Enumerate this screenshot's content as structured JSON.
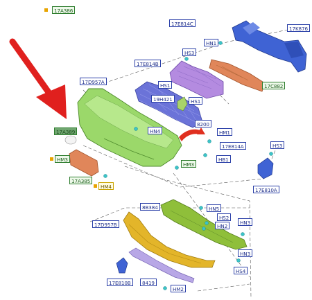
{
  "labels": {
    "l17A386": "17A386",
    "l17E814C": "17E814C",
    "lHN1": "HN1",
    "l17K876": "17K876",
    "lHS3a": "HS3",
    "l17E814B": "17E814B",
    "l17C882": "17C882",
    "l17D957A": "17D957A",
    "lHS1a": "HS1",
    "l19H421": "19H421",
    "lHS1b": "HS1",
    "l8200": "8200",
    "lHN4": "HN4",
    "lHM1": "HM1",
    "l17A389": "17A389",
    "l17E814A": "17E814A",
    "lHS3b": "HS3",
    "lHB1": "HB1",
    "lHM3a": "HM3",
    "lHM3b": "HM3",
    "l17A385": "17A385",
    "lHM4": "HM4",
    "l17E810A": "17E810A",
    "l8B384": "8B384",
    "lHN5": "HN5",
    "lHS2": "HS2",
    "l17D957B": "17D957B",
    "lHN2": "HN2",
    "lHN3a": "HN3",
    "lHN3b": "HN3",
    "lHS4": "HS4",
    "l17E810B": "17E810B",
    "l8419": "8419",
    "lHM2": "HM2"
  },
  "colors": {
    "bumper_cover": "#9bd86a",
    "grille_upper": "#b48be0",
    "grille_lower": "#6b73d8",
    "reinforcement": "#3f63d4",
    "absorber": "#e0865a",
    "bracket_left": "#e0865a",
    "lower_cover": "#8fbf3a",
    "spoiler": "#e3b52a",
    "lip_strip": "#b8a7e6",
    "deflector": "#e03020",
    "arrow": "#e0201e",
    "label_blue": "#2a3fa8",
    "label_green": "#2d7d2d",
    "fastener": "#3cc4c8"
  }
}
